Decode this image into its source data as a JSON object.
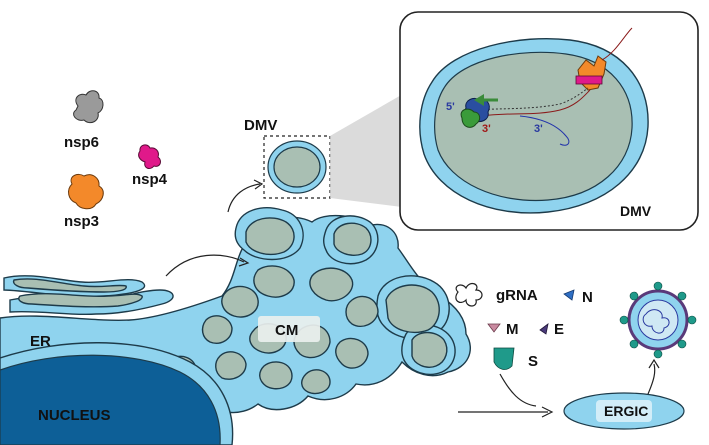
{
  "labels": {
    "nsp6": "nsp6",
    "nsp4": "nsp4",
    "nsp3": "nsp3",
    "dmv": "DMV",
    "dmv_inset": "DMV",
    "er": "ER",
    "cm": "CM",
    "nucleus": "NUCLEUS",
    "ergic": "ERGIC",
    "grna": "gRNA",
    "n": "N",
    "m": "M",
    "e": "E",
    "s": "S",
    "five_prime_top": "5'",
    "three_prime_red": "3'",
    "three_prime_blue": "3'"
  },
  "colors": {
    "er_membrane": "#8fd3ee",
    "lumen": "#a9bfb3",
    "nucleus": "#0d5f97",
    "nsp3": "#f3892a",
    "nsp4": "#e0198a",
    "nsp6": "#9a9a9a",
    "s_protein": "#1f9a8a",
    "arrow_green": "#3a8b3a"
  }
}
